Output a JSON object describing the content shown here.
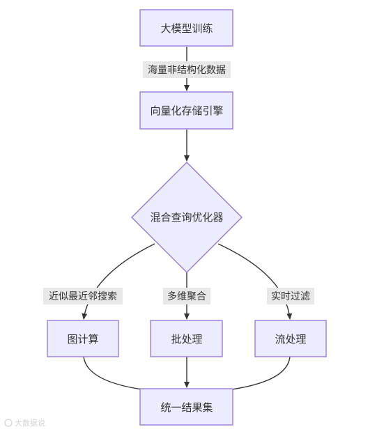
{
  "nodes": {
    "training": "大模型训练",
    "vector_engine": "向量化存储引擎",
    "optimizer": "混合查询优化器",
    "graph_compute": "图计算",
    "batch": "批处理",
    "stream": "流处理",
    "unified": "统一结果集"
  },
  "edges": {
    "data_label": "海量非结构化数据",
    "nn_label": "近似最近邻搜索",
    "agg_label": "多维聚合",
    "filter_label": "实时过滤"
  },
  "watermark": "大数据说"
}
